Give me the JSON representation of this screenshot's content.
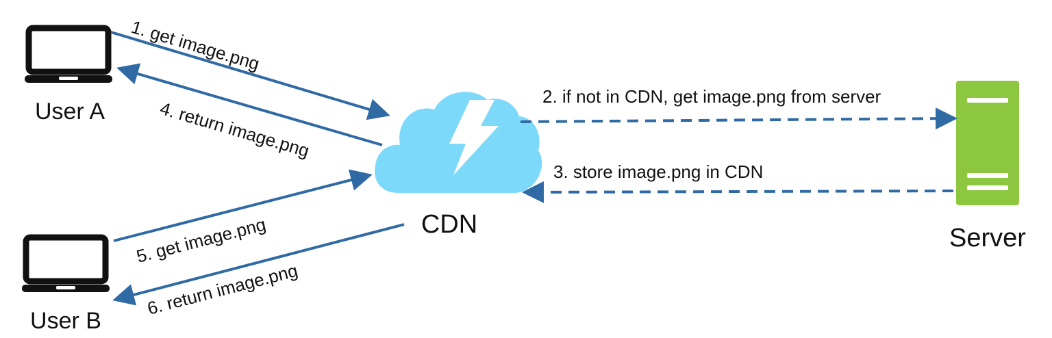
{
  "colors": {
    "arrow": "#2f6aa4",
    "cloud": "#7dd9f9",
    "server": "#8dc63f",
    "laptop": "#111111",
    "text": "#111111",
    "background": "#ffffff"
  },
  "nodes": {
    "user_a": {
      "label": "User A",
      "icon": "laptop-icon"
    },
    "user_b": {
      "label": "User B",
      "icon": "laptop-icon"
    },
    "cdn": {
      "label": "CDN",
      "icon": "cloud-lightning-icon"
    },
    "server": {
      "label": "Server",
      "icon": "server-icon"
    }
  },
  "edges": [
    {
      "label": "1. get image.png",
      "from": "User A",
      "to": "CDN",
      "style": "solid"
    },
    {
      "label": "2. if not in CDN, get image.png from server",
      "from": "CDN",
      "to": "Server",
      "style": "dashed"
    },
    {
      "label": "3. store image.png in CDN",
      "from": "Server",
      "to": "CDN",
      "style": "dashed"
    },
    {
      "label": "4. return image.png",
      "from": "CDN",
      "to": "User A",
      "style": "solid"
    },
    {
      "label": "5. get image.png",
      "from": "User B",
      "to": "CDN",
      "style": "solid"
    },
    {
      "label": "6. return image.png",
      "from": "CDN",
      "to": "User B",
      "style": "solid"
    }
  ]
}
